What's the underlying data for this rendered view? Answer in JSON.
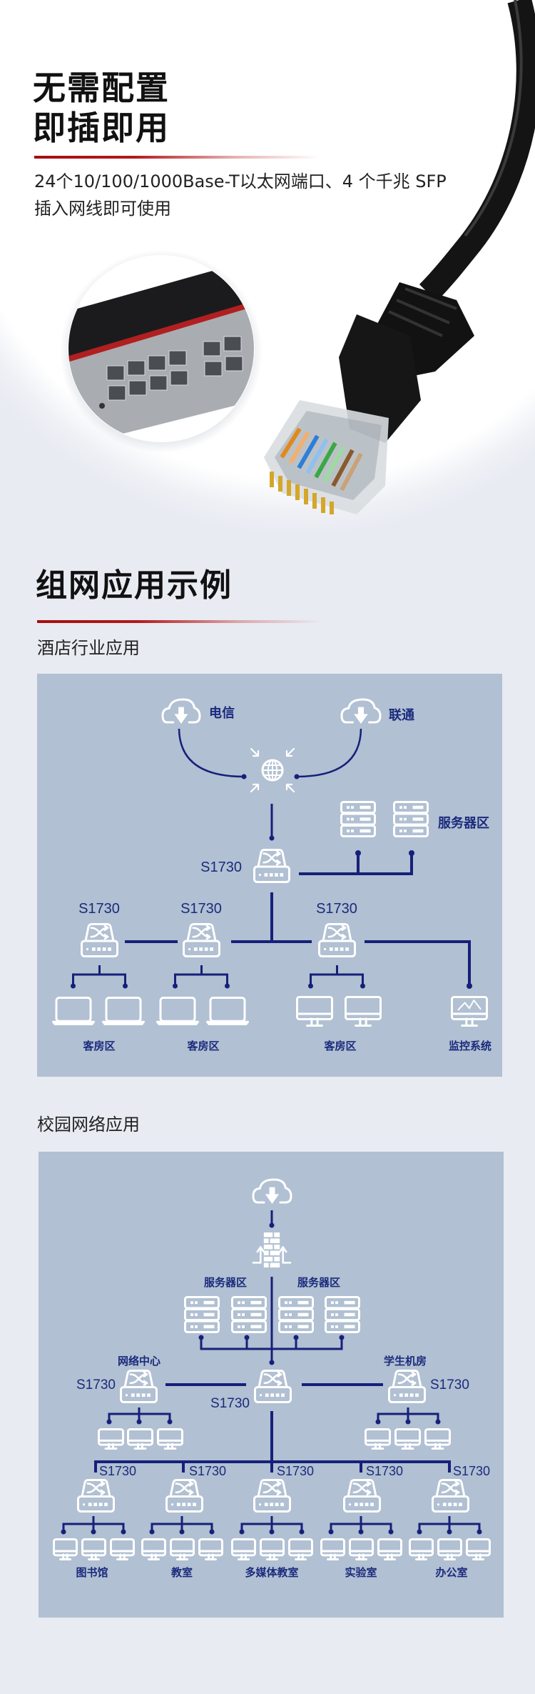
{
  "hero": {
    "title_lines": [
      "无需配置",
      "即插即用"
    ],
    "desc_lines": [
      "24个10/100/1000Base-T以太网端口、4 个千兆 SFP",
      "插入网线即可使用"
    ]
  },
  "section": {
    "title": "组网应用示例"
  },
  "hotel": {
    "title": "酒店行业应用",
    "isp_1": "电信",
    "isp_2": "联通",
    "server_zone": "服务器区",
    "core_model": "S1730",
    "switch_models": [
      "S1730",
      "S1730",
      "S1730"
    ],
    "zones": [
      "客房区",
      "客房区",
      "客房区",
      "监控系统"
    ]
  },
  "campus": {
    "title": "校园网络应用",
    "server_zones": [
      "服务器区",
      "服务器区"
    ],
    "network_center": "网络中心",
    "student_lab": "学生机房",
    "left_model": "S1730",
    "core_model": "S1730",
    "right_model": "S1730",
    "access_models": [
      "S1730",
      "S1730",
      "S1730",
      "S1730",
      "S1730"
    ],
    "zones": [
      "图书馆",
      "教室",
      "多媒体教室",
      "实验室",
      "办公室"
    ]
  },
  "colors": {
    "accent_red": "#a50e0e",
    "panel": "#b1c0d2",
    "link": "#16207a",
    "label": "#1b2a7c"
  }
}
